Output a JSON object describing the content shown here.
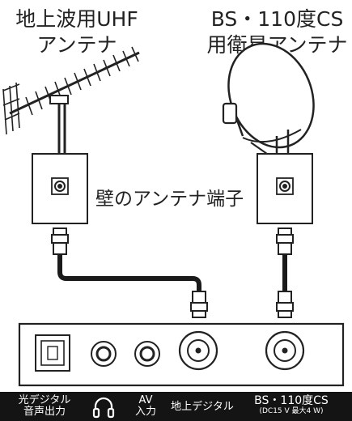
{
  "antenna_uhf": {
    "line1": "地上波用UHF",
    "line2": "アンテナ"
  },
  "antenna_bs": {
    "line1": "BS・110度CS",
    "line2": "用衛星アンテナ"
  },
  "wall_outlet_label": "壁のアンテナ端子",
  "panel_labels": {
    "optical_l1": "光デジタル",
    "optical_l2": "音声出力",
    "av_l1": "AV",
    "av_l2": "入力",
    "terrestrial": "地上デジタル",
    "bs_l1": "BS・110度CS",
    "bs_l2": "(DC15 V 最大4 W)"
  },
  "colors": {
    "panel_bg": "#141414",
    "line": "#222222",
    "cable": "#1a1a1a"
  }
}
